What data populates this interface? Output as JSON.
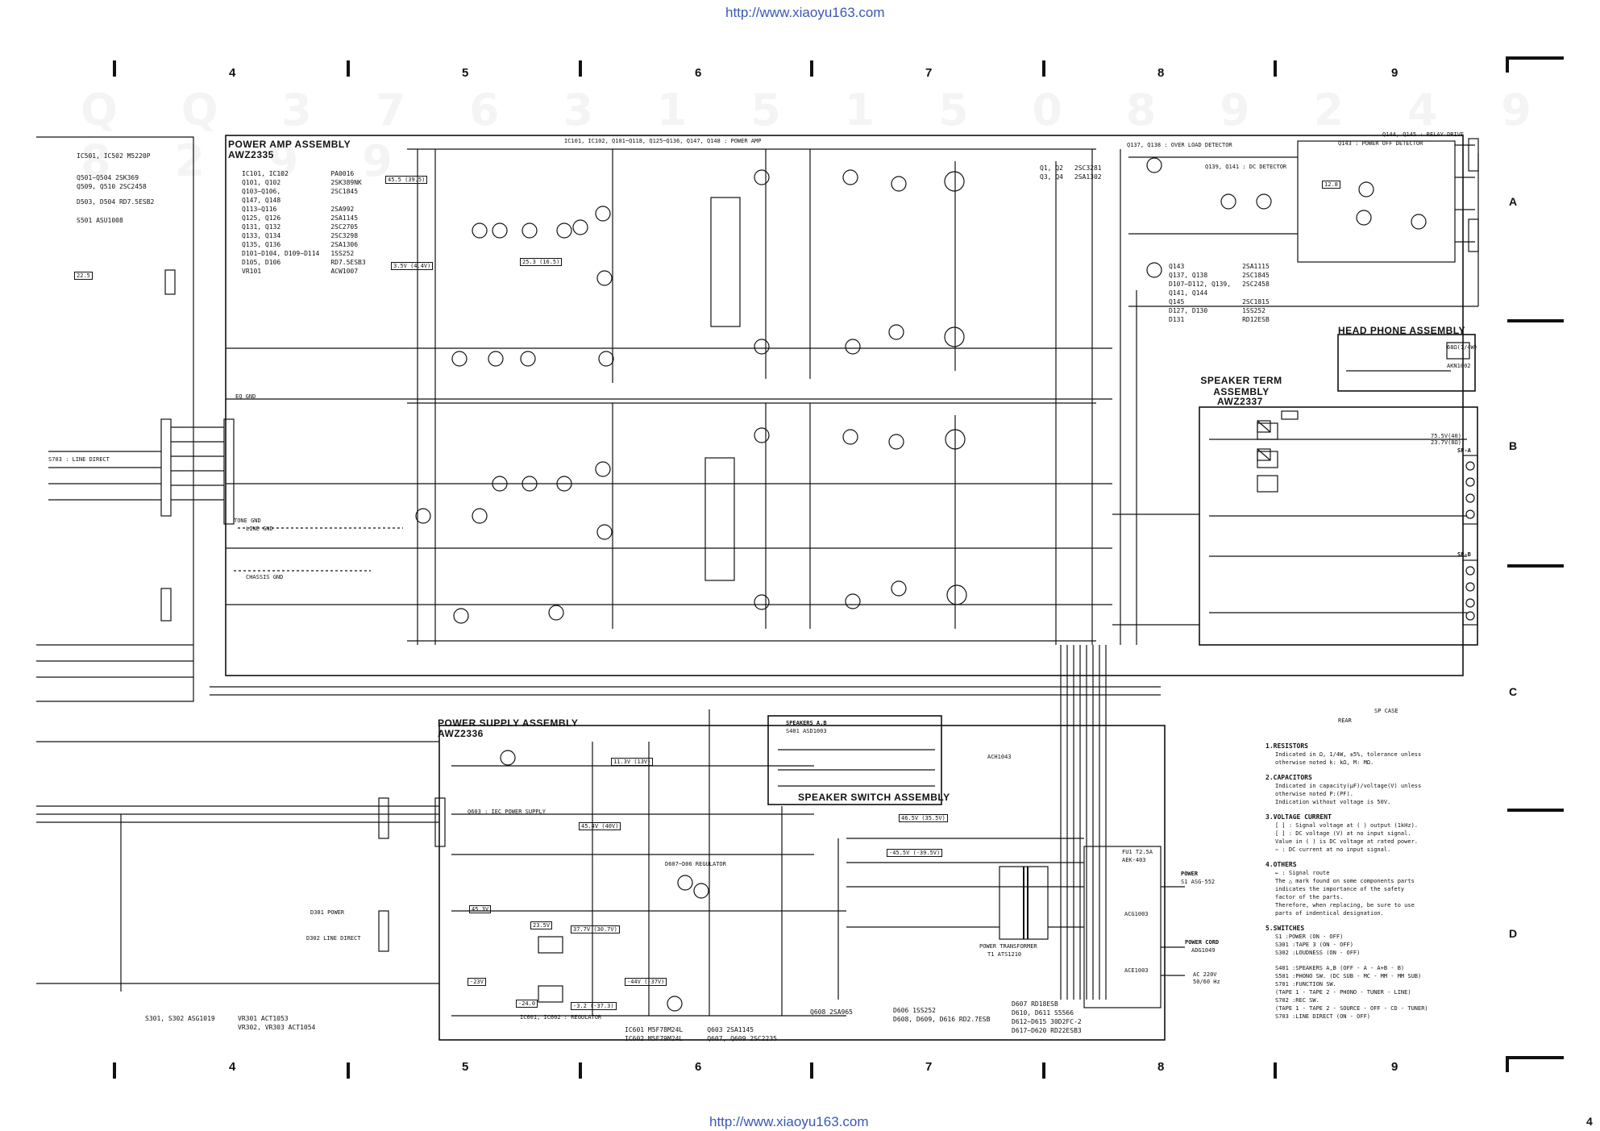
{
  "header_url": "http://www.xiaoyu163.com",
  "footer_url": "http://www.xiaoyu163.com",
  "page_number": "4",
  "watermark": "Q Q 3 7 6 3 1 5 1 5 0  8 9 2 4 9 8 2 9 9",
  "columns": [
    "4",
    "5",
    "6",
    "7",
    "8",
    "9"
  ],
  "rows": [
    "A",
    "B",
    "C",
    "D"
  ],
  "assemblies": {
    "power_amp": {
      "title": "POWER AMP ASSEMBLY",
      "part": "AWZ2335"
    },
    "power_supply": {
      "title": "POWER SUPPLY ASSEMBLY",
      "part": "AWZ2336"
    },
    "speaker_switch": {
      "title": "SPEAKER SWITCH ASSEMBLY"
    },
    "speaker_term": {
      "title": "SPEAKER TERM ASSEMBLY",
      "part": "AWZ2337"
    },
    "head_phone": {
      "title": "HEAD PHONE ASSEMBLY"
    }
  },
  "left_parts": [
    "IC501, IC502   M5220P",
    "Q501~Q504   2SK369",
    "Q509, Q510   2SC2458",
    "D503, D504   RD7.5ESB2",
    "S501   ASU1008"
  ],
  "power_amp_parts": [
    [
      "IC101, IC102",
      "PA0016"
    ],
    [
      "Q101, Q102",
      "2SK389NK"
    ],
    [
      "Q103~Q106,",
      "2SC1845"
    ],
    [
      "Q147, Q148",
      ""
    ],
    [
      "Q113~Q116",
      "2SA992"
    ],
    [
      "Q125, Q126",
      "2SA1145"
    ],
    [
      "Q131, Q132",
      "2SC2705"
    ],
    [
      "Q133, Q134",
      "2SC3298"
    ],
    [
      "Q135, Q136",
      "2SA1306"
    ],
    [
      "D101~D104, D109~D114",
      "1SS252"
    ],
    [
      "D105, D106",
      "RD7.5ESB3"
    ],
    [
      "VR101",
      "ACW1007"
    ]
  ],
  "q_right_parts": [
    [
      "Q1, Q2",
      "2SC3281"
    ],
    [
      "Q3, Q4",
      "2SA1302"
    ]
  ],
  "detector_labels": {
    "overload": "Q137, Q138 : OVER LOAD DETECTOR",
    "dc": "Q139, Q141 : DC DETECTOR",
    "relay": "Q144, Q145 : RELAY DRIVE",
    "poweroff": "Q143 : POWER OFF DETECTOR",
    "header_line": "IC101, IC102, Q101~Q118, Q125~Q136, Q147, Q148 : POWER AMP"
  },
  "protect_parts": [
    [
      "Q143",
      "2SA1115"
    ],
    [
      "Q137, Q138",
      "2SC1845"
    ],
    [
      "D107~D112, Q139,",
      "2SC2458"
    ],
    [
      "Q141, Q144",
      ""
    ],
    [
      "Q145",
      "2SC1815"
    ],
    [
      "D127, D130",
      "1SS252"
    ],
    [
      "D131",
      "RD12ESB"
    ]
  ],
  "ps_parts": [
    "IC601   M5F78M24L",
    "IC602   M5F79M24L",
    "Q603   2SA1145",
    "Q607, Q609   2SC2235",
    "Q608   2SA965",
    "D606   1SS252",
    "D608, D609, D616   RD2.7ESB",
    "D607   RD18ESB",
    "D610, D611   S5566",
    "D612~D615   30D2FC-2",
    "D617~D620   RD22ESB3"
  ],
  "bottom_left_parts": [
    "S301, S302   ASG1019",
    "VR301   ACT1053",
    "VR302, VR303   ACT1054"
  ],
  "notes": [
    {
      "title": "1.RESISTORS",
      "lines": [
        "Indicated in Ω, 1/4W, ±5%, tolerance unless",
        "otherwise noted k: kΩ, M: MΩ."
      ]
    },
    {
      "title": "2.CAPACITORS",
      "lines": [
        "Indicated in capacity(μF)/voltage(V) unless",
        "otherwise noted P:(PF).",
        "Indication without voltage is 50V."
      ]
    },
    {
      "title": "3.VOLTAGE CURRENT",
      "lines": [
        "[ ] : Signal voltage at (     ) output (1kHz).",
        "[ ] : DC voltage (V) at no input signal.",
        "Value in (     ) is DC voltage at rated power.",
        "⇦ : DC current at no input signal."
      ]
    },
    {
      "title": "4.OTHERS",
      "lines": [
        "← : Signal route",
        "The △ mark found on some components parts",
        "indicates  the  importance  of  the safety",
        "factor of the parts.",
        "Therefore, when replacing, be sure to use",
        "parts of indentical designation."
      ]
    },
    {
      "title": "5.SWITCHES",
      "lines": [
        "S1   :POWER (ON - OFF)",
        "S301 :TAPE 3 (ON - OFF)",
        "S302 :LOUDNESS (ON - OFF)",
        "",
        "S401 :SPEAKERS A,B (OFF - A - A+B - B)",
        "S501 :PHONO SW. (DC SUB - MC - MM - MM SUB)",
        "S701 :FUNCTION SW.",
        "      (TAPE 1 - TAPE 2 - PHONO - TUNER - LINE)",
        "S702 :REC SW.",
        "      (TAPE 1 - TAPE 2 - SOURCE - OFF - CD - TUNER)",
        "S703 :LINE DIRECT (ON - OFF)"
      ]
    }
  ],
  "misc_labels": {
    "line_direct": "S703 : LINE DIRECT",
    "tone_gnd": "TONE GND",
    "line_gnd": "LINE GND",
    "chassis_gnd": "CHASSIS GND",
    "eq_gnd": "EQ GND",
    "ps_iec": "Q603 : IEC POWER SUPPLY",
    "regulator1": "D607~D06   REGULATOR",
    "regulator2": "IC601, IC602 : REGULATOR",
    "power_transformer": "POWER TRANSFORMER",
    "transformer_part": "T1  ATS1210",
    "speakers_ab": "SPEAKERS A,B",
    "s401": "S401  ASD1003",
    "power": "POWER",
    "s1": "S1  ASG-552",
    "power_cord": "POWER CORD",
    "power_cord_part": "ADG1049",
    "ac": "AC 220V",
    "hz": "50/60 Hz",
    "rear": "REAR",
    "sp_case": "SP CASE",
    "sp_a": "SP-A",
    "sp_b": "SP-B",
    "fuse": "FU1  T2.5A",
    "fuse_part": "AEK-403",
    "d301": "D301  POWER",
    "d302": "D302  LINE DIRECT",
    "c3_part": "ACH1043",
    "c616": "ACG1003",
    "ic_ps_part": "ACE1003",
    "headphone_jack": "AKN1002",
    "headphone_res": "68Ω(1/4W)",
    "speaker_power_note": "75.5V(40) 23.7V(8Ω)"
  },
  "voltage_boxes": [
    "45.5 (39.5)",
    "3.5V (4.4V)",
    "25.3 (16.5)",
    "12.8",
    "22.5",
    "23.5V",
    "37.7V (30.7V)",
    "-44V (-37V)",
    "45.4V (40V)",
    "46.5V (35.5V)",
    "-45.5V (-39.5V)",
    "-23V",
    "-24.0",
    "-3.2 (-37.3)",
    "11.3V (13V)",
    "45.3V"
  ],
  "colors": {
    "ink": "#111111",
    "url": "#3a57b8",
    "paper": "#ffffff"
  }
}
